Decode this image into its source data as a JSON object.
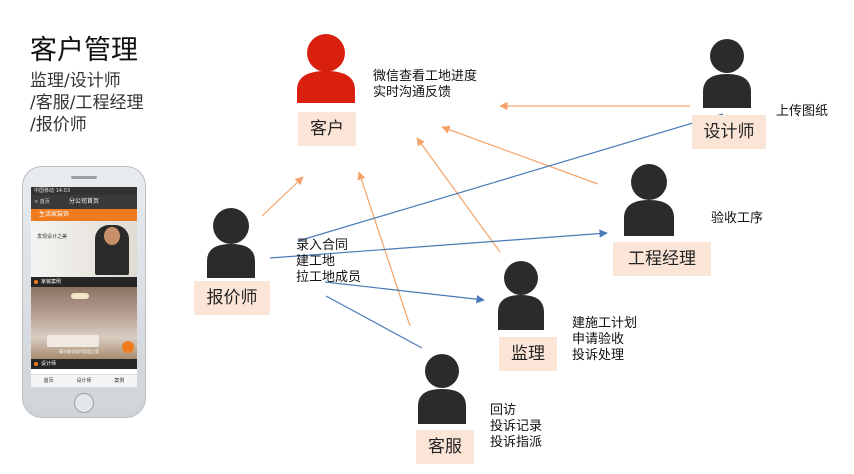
{
  "title": "客户管理",
  "subtitle_lines": [
    "监理/设计师",
    "/客服/工程经理",
    "/报价师"
  ],
  "roles": {
    "customer": "客户",
    "designer": "设计师",
    "engineer": "工程经理",
    "quoter": "报价师",
    "supervisor": "监理",
    "service": "客服"
  },
  "notes": {
    "customer": [
      "微信查看工地进度",
      "实时沟通反馈"
    ],
    "designer": [
      "上传图纸"
    ],
    "engineer": [
      "验收工序"
    ],
    "quoter": [
      "录入合同",
      "建工地",
      "拉工地成员"
    ],
    "supervisor": [
      "建施工计划",
      "申请验收",
      "投诉处理"
    ],
    "service": [
      "回访",
      "投诉记录",
      "投诉指派"
    ]
  },
  "colors": {
    "customer_icon": "#d9200f",
    "person_icon": "#2b2b2b",
    "label_bg": "#fbe5d6",
    "orange_arrow": "#f4a46a",
    "blue_arrow": "#4a7ab8"
  },
  "phone": {
    "status": "中国移动 14:03",
    "back": "< 首页",
    "header": "分公司首页",
    "brand": "生活家装饰",
    "banner_text": "发现设计之美",
    "section_cases": "家装案例",
    "case_caption": "青年意式现代家居之家",
    "section_designers": "设计师",
    "tabs": [
      "首页",
      "设计师",
      "案例"
    ]
  }
}
